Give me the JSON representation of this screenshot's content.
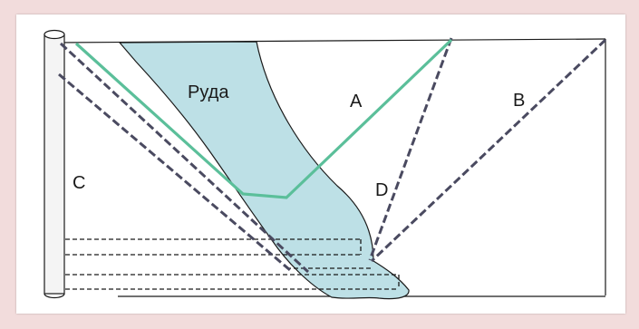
{
  "labels": {
    "ore": "Руда",
    "a": "A",
    "b": "B",
    "c": "C",
    "d": "D"
  },
  "colors": {
    "background": "#f2dcdc",
    "ore_fill": "#bde0e6",
    "green_line": "#5bbf9a",
    "dashed_line": "#4a4a60",
    "outline": "#1a1a1a"
  }
}
